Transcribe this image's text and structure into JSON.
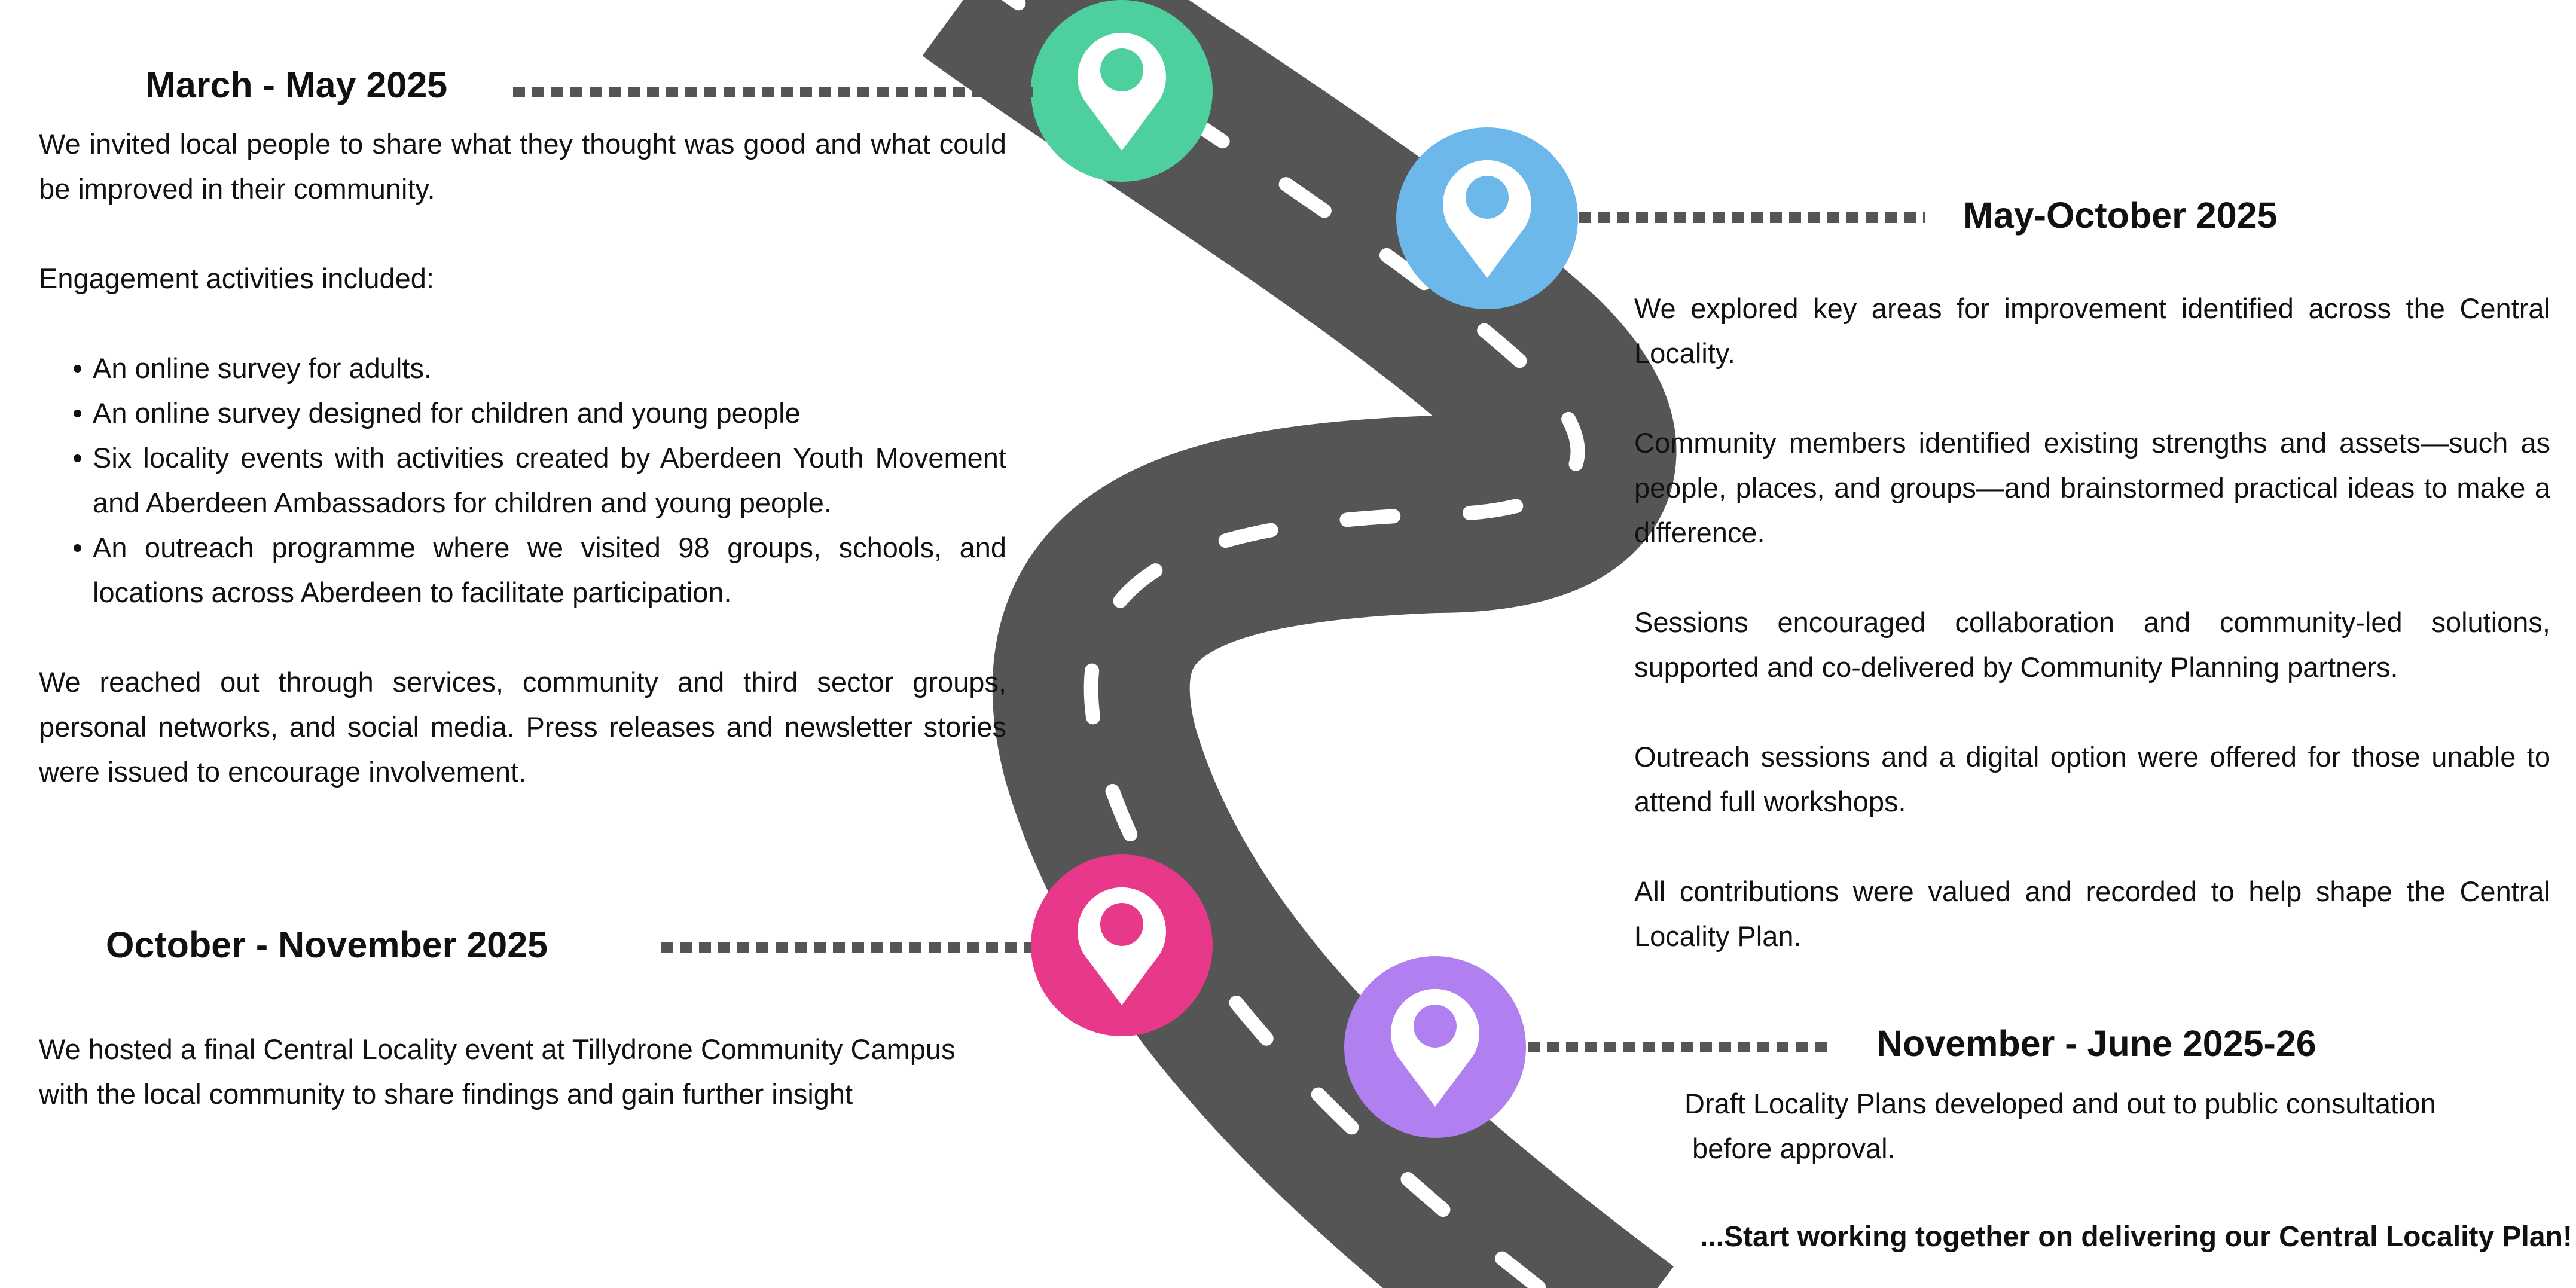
{
  "colors": {
    "road": "#555555",
    "road_marking": "#ffffff",
    "connector": "#555555",
    "stage_1": "#4ecf9e",
    "stage_2": "#6db8ea",
    "stage_3": "#e8388a",
    "stage_4": "#b07ff0"
  },
  "stages": [
    {
      "title": "March - May 2025",
      "icon": "location-pin-icon",
      "intro": "We invited local people to share what they thought was good and what could be improved in their community.",
      "activities_heading": "Engagement activities included:",
      "bullets": [
        "An online survey for adults.",
        "An online survey designed for children and young people",
        "Six locality events with activities created by Aberdeen Youth Movement and Aberdeen Ambassadors for children and young people.",
        "An outreach programme where we visited 98 groups, schools, and locations across Aberdeen to facilitate participation."
      ],
      "outro": "We reached out through services, community and third sector groups, personal networks, and social media. Press releases and newsletter stories were issued to encourage involvement."
    },
    {
      "title": "May-October 2025",
      "icon": "location-pin-icon",
      "paragraphs": [
        "We explored key areas for improvement identified across the Central Locality.",
        "Community members identified existing strengths and assets—such as people, places, and groups—and brainstormed practical ideas to make a difference.",
        "Sessions encouraged collaboration and community-led solutions, supported and co-delivered by Community Planning partners.",
        "Outreach sessions and a digital option were offered for those unable to attend full workshops.",
        "All contributions were valued and recorded to help shape the Central Locality Plan."
      ]
    },
    {
      "title": "October - November 2025",
      "icon": "location-pin-icon",
      "paragraphs": [
        "We hosted a final Central Locality event at Tillydrone Community Campus with the local community to share findings and gain further insight"
      ]
    },
    {
      "title": "November - June 2025-26",
      "icon": "location-pin-icon",
      "line_1": "Draft Locality Plans developed and out to public consultation",
      "line_2": "before approval.",
      "closing": "...Start working together on delivering our Central Locality Plan!"
    }
  ]
}
